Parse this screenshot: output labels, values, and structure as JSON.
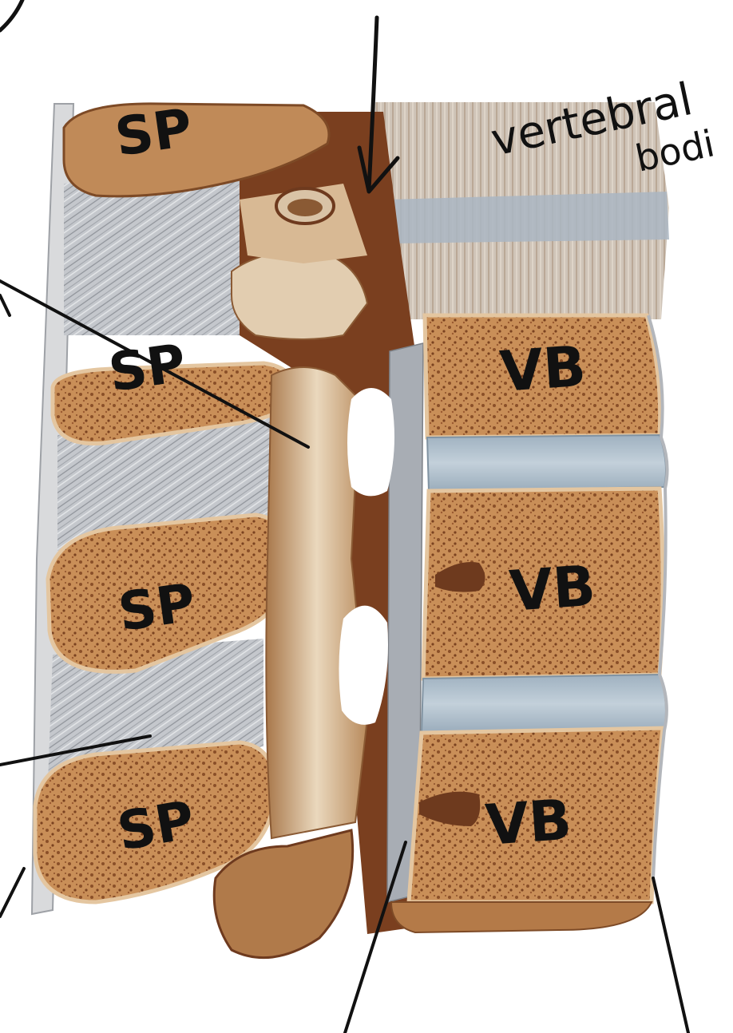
{
  "figure": {
    "annotation_title_line1": "vertebral",
    "annotation_title_line2": "bodi",
    "labels": {
      "sp": [
        "SP",
        "SP",
        "SP",
        "SP"
      ],
      "vb": [
        "VB",
        "VB",
        "VB"
      ]
    }
  },
  "colors": {
    "bone_light": "#d4a874",
    "bone_mid": "#b07a4a",
    "bone_dark": "#6e3a1e",
    "ligament_grey": "#b8bcc2",
    "disc_blue": "#a9b9c6",
    "ink": "#111111",
    "background": "#ffffff"
  }
}
